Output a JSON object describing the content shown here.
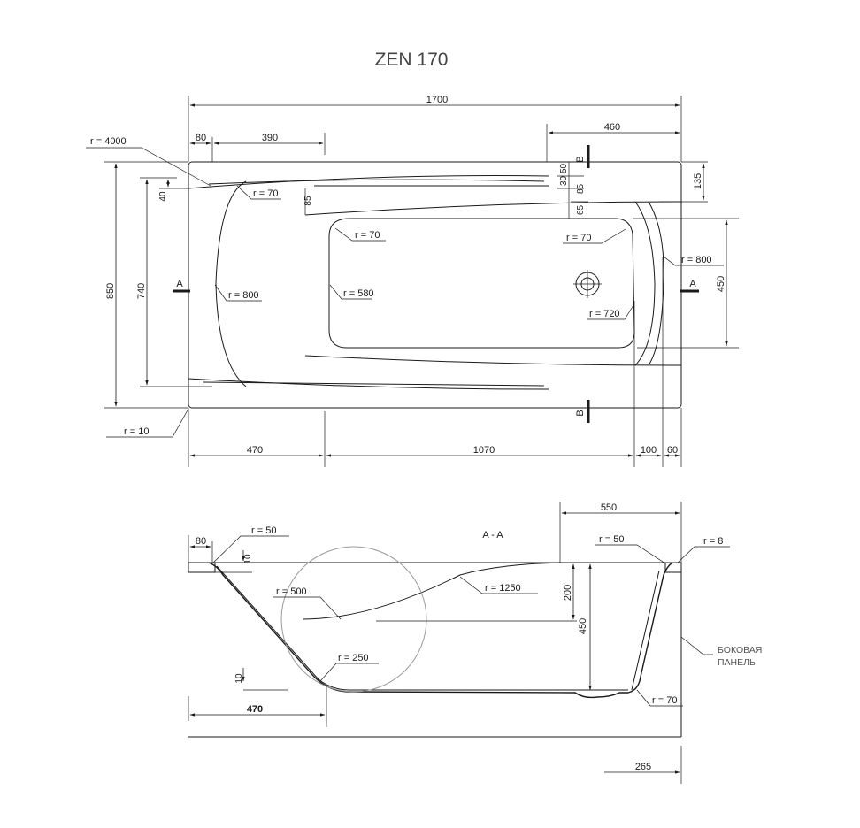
{
  "title": "ZEN 170",
  "top_view": {
    "dimensions": {
      "overall_length": "1700",
      "d80": "80",
      "d390": "390",
      "d460": "460",
      "d30": "30",
      "d50": "50",
      "d85_right": "85",
      "d65": "65",
      "d135": "135",
      "d450": "450",
      "d850": "850",
      "d740": "740",
      "d40": "40",
      "d85_left": "85",
      "bottom_470": "470",
      "bottom_1070": "1070",
      "bottom_100": "100",
      "bottom_60": "60"
    },
    "radii": {
      "r4000": "r = 4000",
      "r70_top_left": "r = 70",
      "r70_basin_left": "r = 70",
      "r70_basin_right": "r = 70",
      "r800_left": "r = 800",
      "r800_right": "r = 800",
      "r580": "r = 580",
      "r720": "r = 720",
      "r10": "r = 10"
    },
    "section_marks": {
      "a_left": "A",
      "a_right": "A",
      "b_top": "B",
      "b_bottom": "B"
    }
  },
  "section_view": {
    "label": "A - A",
    "dimensions": {
      "d550": "550",
      "d80": "80",
      "d10_top": "10",
      "d10_bottom": "10",
      "d200": "200",
      "d450": "450",
      "d470": "470",
      "d265": "265"
    },
    "radii": {
      "r50_left": "r = 50",
      "r50_right": "r = 50",
      "r8": "r = 8",
      "r500": "r = 500",
      "r1250": "r = 1250",
      "r250": "r = 250",
      "r70": "r = 70"
    },
    "side_panel_line1": "БОКОВАЯ",
    "side_panel_line2": "ПАНЕЛЬ"
  }
}
